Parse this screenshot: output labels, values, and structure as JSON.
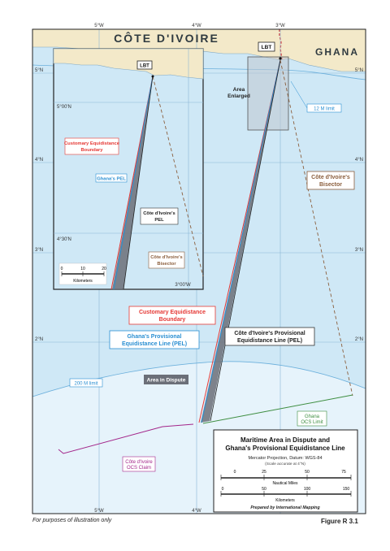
{
  "colors": {
    "sea": "#cfe8f6",
    "deep_sea": "#e6f3fb",
    "land": "#f3e9c9",
    "border": "#d24a4a",
    "red_line": "#e53935",
    "blue_line": "#2a8fd2",
    "bisector": "#8b5e3c",
    "dispute": "#6b6f78",
    "ocs_ghana": "#3e8e41",
    "ocs_ivoire": "#a3268a",
    "grid": "#8ab6d6"
  },
  "map": {
    "country_ivoire": "CÔTE D'IVOIRE",
    "country_ghana": "GHANA",
    "lbt_main": "LBT",
    "lbt_inset": "LBT",
    "area_enlarged": [
      "Area",
      "Enlarged"
    ],
    "limit_12m": "12 M limit",
    "limit_200m": "200 M limit",
    "ivoire_bisector": [
      "Côte d'Ivoire's",
      "Bisector"
    ],
    "customary_boundary": [
      "Customary Equidistance",
      "Boundary"
    ],
    "ghana_pel": [
      "Ghana's Provisional",
      "Equidistance Line (PEL)"
    ],
    "ivoire_pel": [
      "Côte d'Ivoire's Provisional",
      "Equidistance Line (PEL)"
    ],
    "area_in_dispute": "Area in Dispute",
    "ghana_ocs": [
      "Ghana",
      "OCS Limit"
    ],
    "ivoire_ocs": [
      "Côte d'Ivoire",
      "OCS Claim"
    ],
    "lat_labels": {
      "n5": "5°N",
      "n4": "4°N",
      "n3": "3°N",
      "n2": "2°N"
    },
    "lon_labels": {
      "w5": "5°W",
      "w4": "4°W",
      "w3": "3°W"
    }
  },
  "inset": {
    "lat_500": "5°00'N",
    "lat_430": "4°30'N",
    "lon_300": "3°00'W",
    "customary_boundary": [
      "Customary Equidistance",
      "Boundary"
    ],
    "ghana_pel": "Ghana's PEL",
    "ivoire_pel": [
      "Côte d'Ivoire's",
      "PEL"
    ],
    "ivoire_bisector": [
      "Côte d'Ivoire's",
      "Bisector"
    ],
    "scale_ticks": [
      "0",
      "10",
      "20"
    ],
    "scale_unit": "Kilometers"
  },
  "legend": {
    "title_line1": "Maritime Area in Dispute and",
    "title_line2": "Ghana's Provisional Equidistance Line",
    "projection": "Mercator Projection, Datum: WGS-84",
    "scale_note": "(Scale accurate at 4°N)",
    "nm_ticks": [
      "0",
      "25",
      "50",
      "75"
    ],
    "nm_unit": "Nautical Miles",
    "km_ticks": [
      "0",
      "50",
      "100",
      "150"
    ],
    "km_unit": "Kilometers",
    "credit": "Prepared by International Mapping"
  },
  "footer": {
    "note": "For purposes of illustration only",
    "figure": "Figure R 3.1"
  }
}
